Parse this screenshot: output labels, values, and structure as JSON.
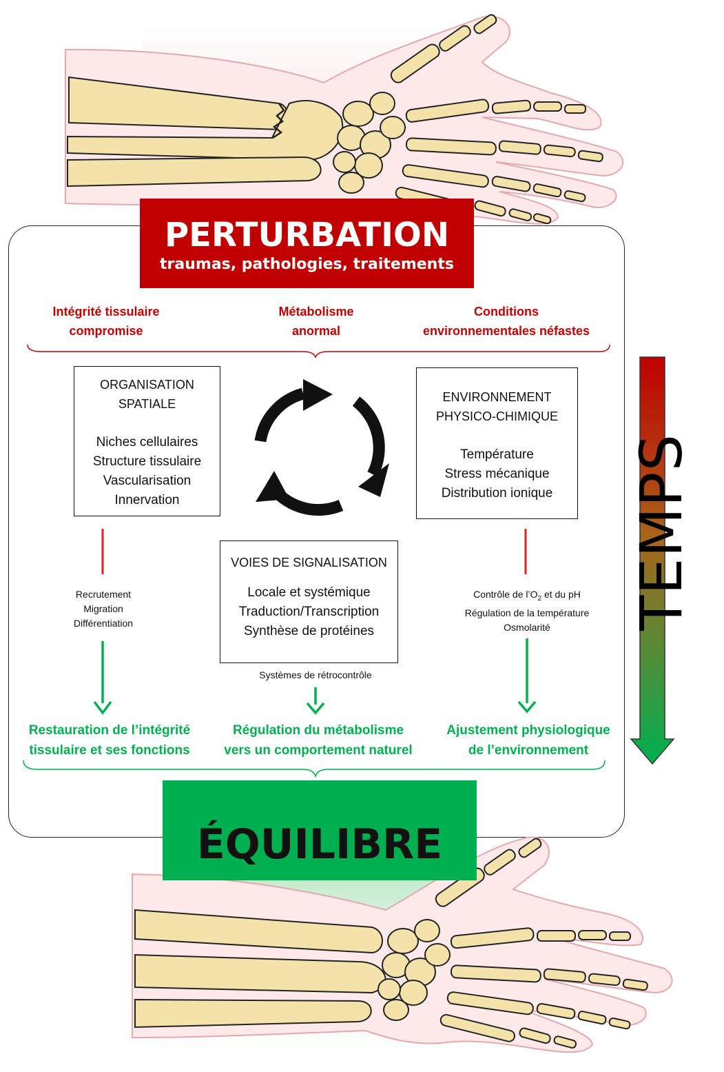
{
  "perturbation": {
    "title": "PERTURBATION",
    "subtitle": "traumas, pathologies, traitements"
  },
  "causes": [
    {
      "line1": "Intégrité tissulaire",
      "line2": "compromise"
    },
    {
      "line1": "Métabolisme",
      "line2": "anormal"
    },
    {
      "line1": "Conditions",
      "line2": "environnementales néfastes"
    }
  ],
  "box_spatial": {
    "title1": "ORGANISATION",
    "title2": "SPATIALE",
    "items": [
      "Niches cellulaires",
      "Structure tissulaire",
      "Vascularisation",
      "Innervation"
    ]
  },
  "box_env": {
    "title1": "ENVIRONNEMENT",
    "title2": "PHYSICO-CHIMIQUE",
    "items": [
      "Température",
      "Stress mécanique",
      "Distribution ionique"
    ]
  },
  "box_signal": {
    "title": "VOIES DE SIGNALISATION",
    "items": [
      "Locale et systémique",
      "Traduction/Transcription",
      "Synthèse de protéines"
    ]
  },
  "processes_left": [
    "Recrutement",
    "Migration",
    "Différentiation"
  ],
  "processes_right": {
    "l1a": "Contrôle de l’O",
    "l1sub": "2",
    "l1b": " et du pH",
    "l2": "Régulation de la température",
    "l3": "Osmolarité"
  },
  "feedback": "Systèmes de rétrocontrôle",
  "outcomes": [
    {
      "line1": "Restauration de l’intégrité",
      "line2": "tissulaire et ses fonctions"
    },
    {
      "line1": "Régulation du métabolisme",
      "line2": "vers un comportement naturel"
    },
    {
      "line1": "Ajustement physiologique",
      "line2": "de l’environnement"
    }
  ],
  "equilibre": "ÉQUILIBRE",
  "time_label": "TEMPS",
  "colors": {
    "red": "#c00000",
    "green": "#00b050",
    "bone": "#f3e2a9",
    "skin": "#fce4e4"
  }
}
